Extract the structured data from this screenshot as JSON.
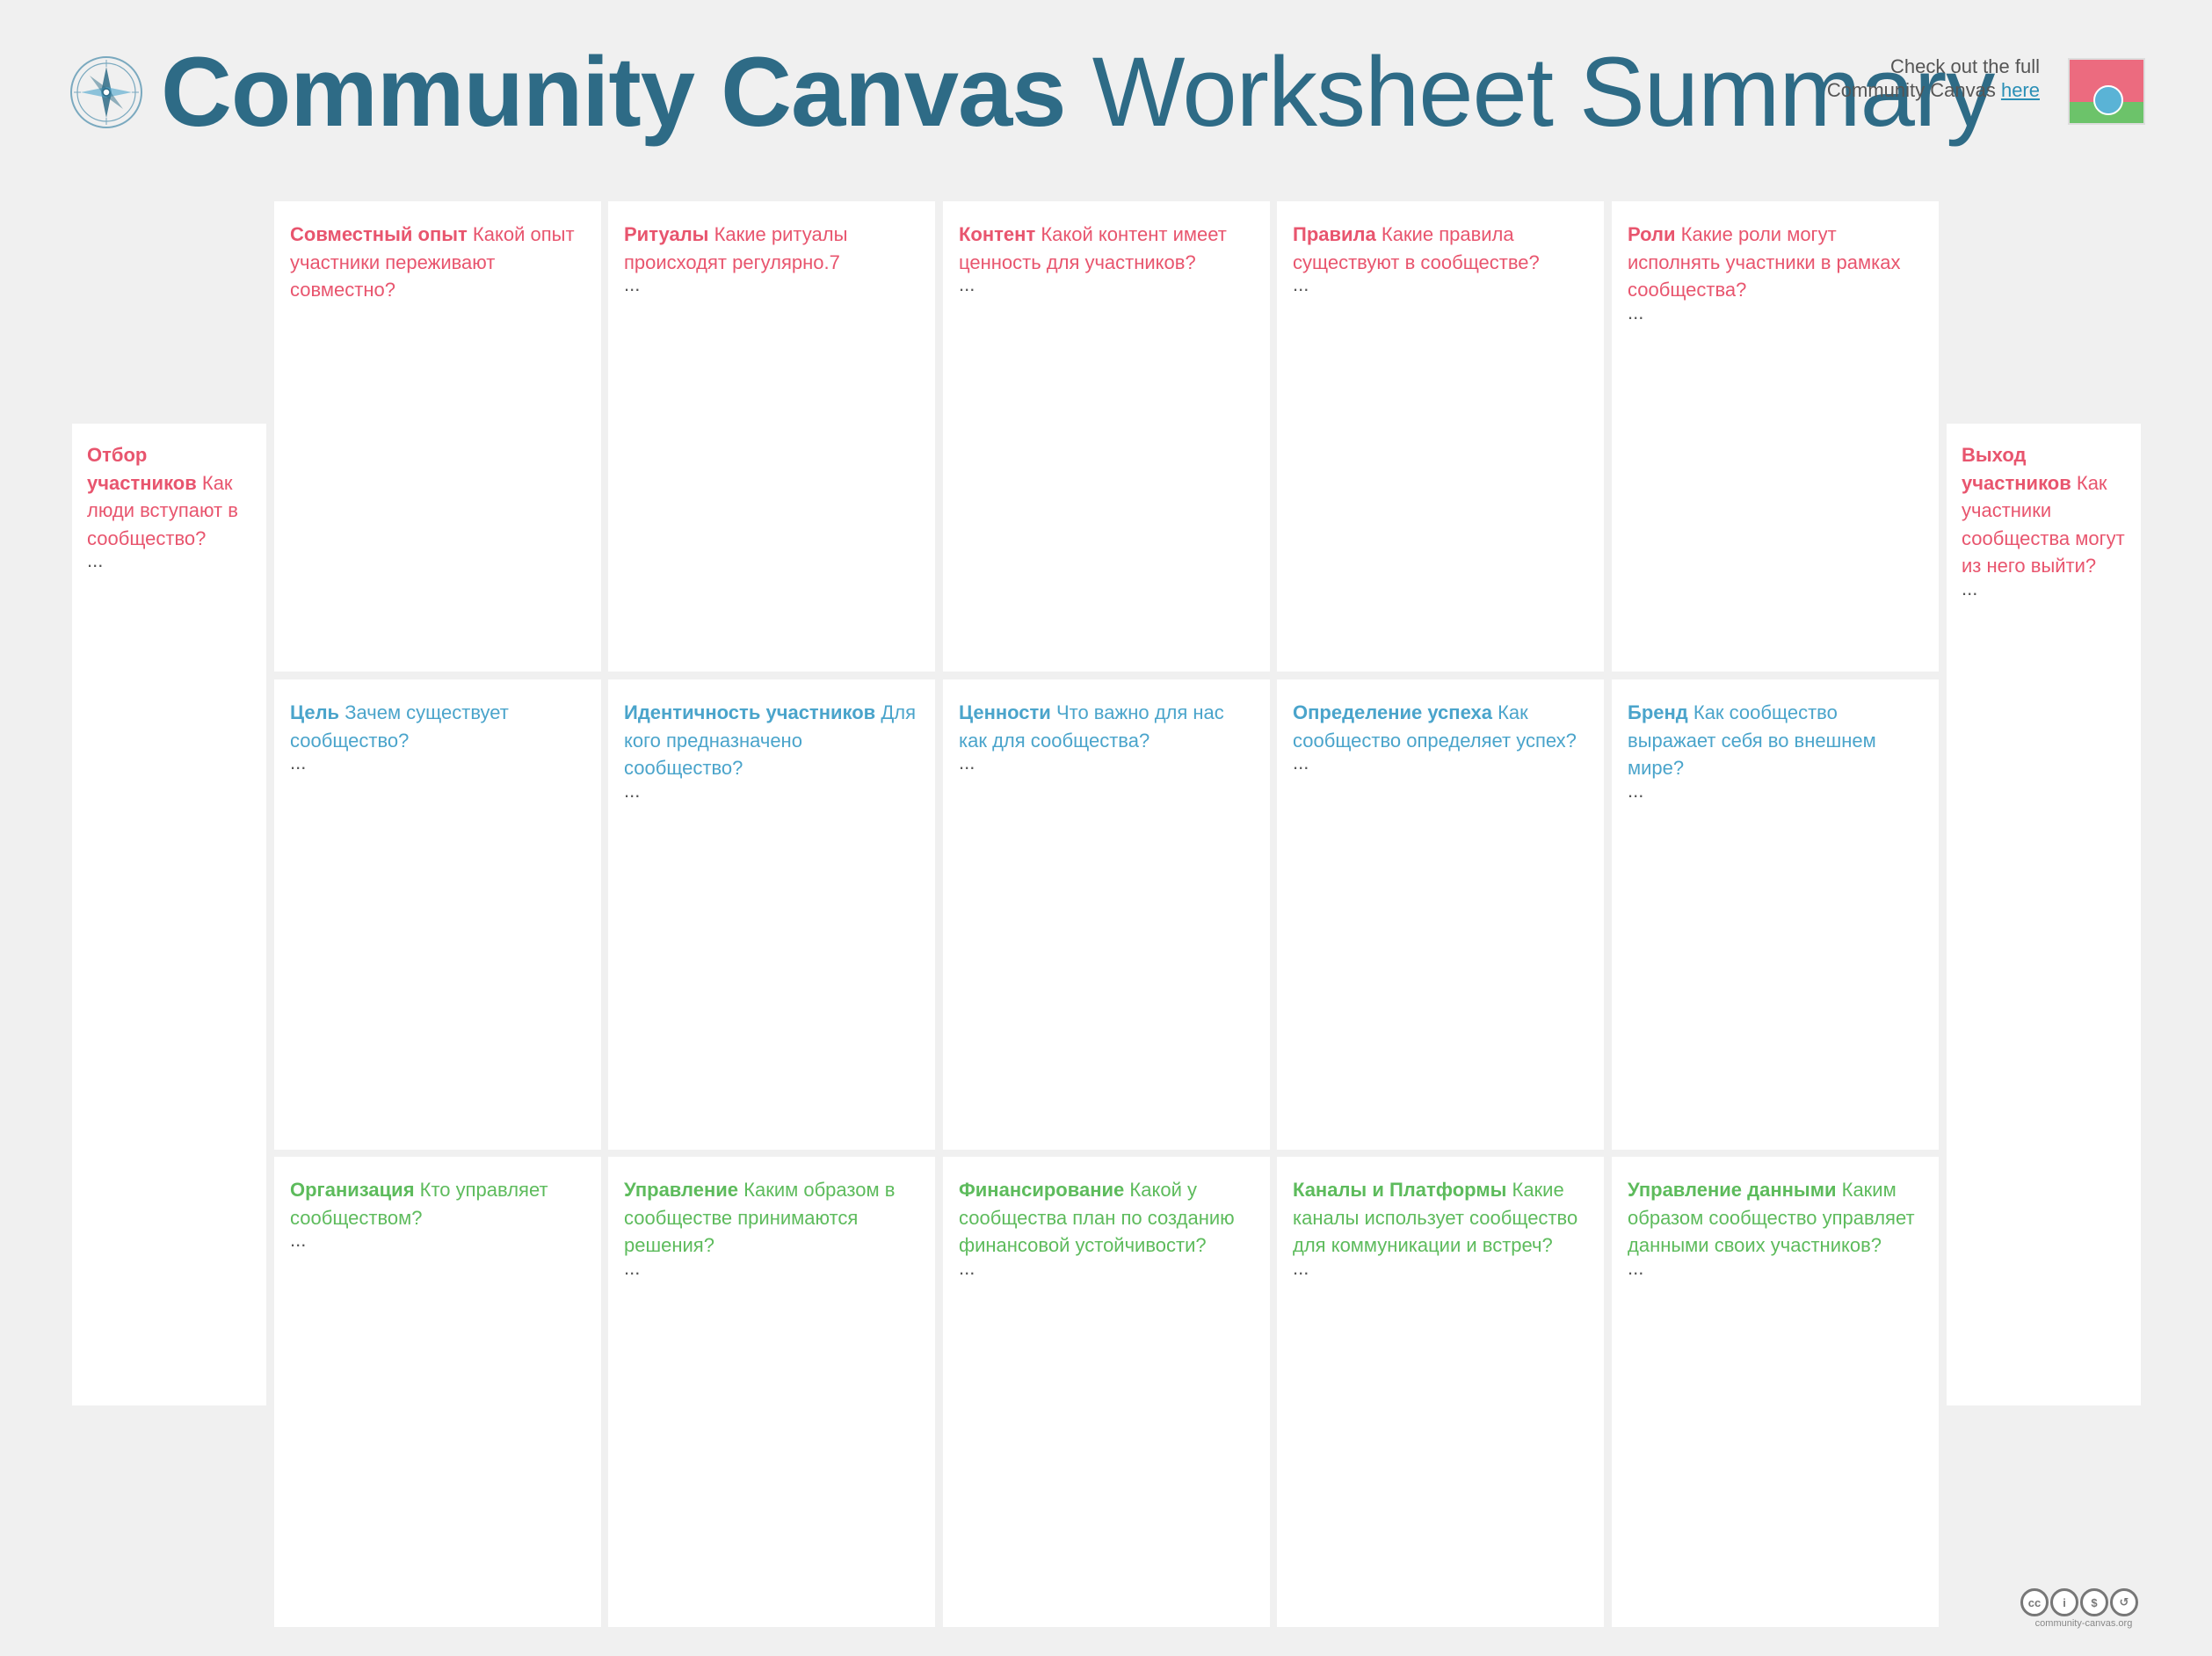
{
  "header": {
    "title_bold": "Community Canvas",
    "title_light": "Worksheet Summary",
    "promo_text": "Check out the full Community Canvas",
    "promo_link": "here"
  },
  "side": {
    "left": {
      "title": "Отбор участников",
      "question": "Как люди вступают в сообщество?",
      "value": "..."
    },
    "right": {
      "title": "Выход участников",
      "question": "Как участники сообщества могут из него выйти?",
      "value": "..."
    }
  },
  "rows": [
    {
      "color": "red",
      "cards": [
        {
          "title": "Совместный опыт",
          "question": "Какой опыт участники переживают совместно?",
          "value": ""
        },
        {
          "title": "Ритуалы",
          "question": "Какие ритуалы происходят регулярно.7",
          "value": "..."
        },
        {
          "title": "Контент",
          "question": "Какой контент имеет ценность для участников?",
          "value": "..."
        },
        {
          "title": "Правила",
          "question": "Какие правила существуют в сообществе?",
          "value": "..."
        },
        {
          "title": "Роли",
          "question": "Какие роли могут исполнять участники в рамках сообщества?",
          "value": "..."
        }
      ]
    },
    {
      "color": "blue",
      "cards": [
        {
          "title": "Цель",
          "question": "Зачем существует сообщество?",
          "value": "..."
        },
        {
          "title": "Идентичность участников",
          "question": "Для кого предназначено сообщество?",
          "value": "..."
        },
        {
          "title": "Ценности",
          "question": "Что важно для нас как для сообщества?",
          "value": "..."
        },
        {
          "title": "Определение успеха",
          "question": "Как сообщество определяет успех?",
          "value": "..."
        },
        {
          "title": "Бренд",
          "question": "Как сообщество выражает себя во внешнем мире?",
          "value": "..."
        }
      ]
    },
    {
      "color": "green",
      "cards": [
        {
          "title": "Организация",
          "question": "Кто управляет сообществом?",
          "value": "..."
        },
        {
          "title": "Управление",
          "question": "Каким образом в сообществе принимаются решения?",
          "value": "..."
        },
        {
          "title": "Финансирование",
          "question": "Какой у сообщества план по созданию финансовой устойчивости?",
          "value": "..."
        },
        {
          "title": "Каналы и Платформы",
          "question": "Какие каналы использует сообщество для коммуникации и встреч?",
          "value": "..."
        },
        {
          "title": "Управление данными",
          "question": "Каким образом сообщество управляет данными своих участников?",
          "value": "..."
        }
      ]
    }
  ],
  "footer": {
    "cc_icons": [
      "cc",
      "i",
      "$",
      "↺"
    ],
    "url": "community-canvas.org"
  },
  "colors": {
    "red": "#e8556e",
    "blue": "#4aa4cb",
    "green": "#5dbb5c",
    "title": "#2e6b86"
  },
  "icons": {
    "logo": "compass-icon",
    "thumbnail": "canvas-thumbnail"
  }
}
